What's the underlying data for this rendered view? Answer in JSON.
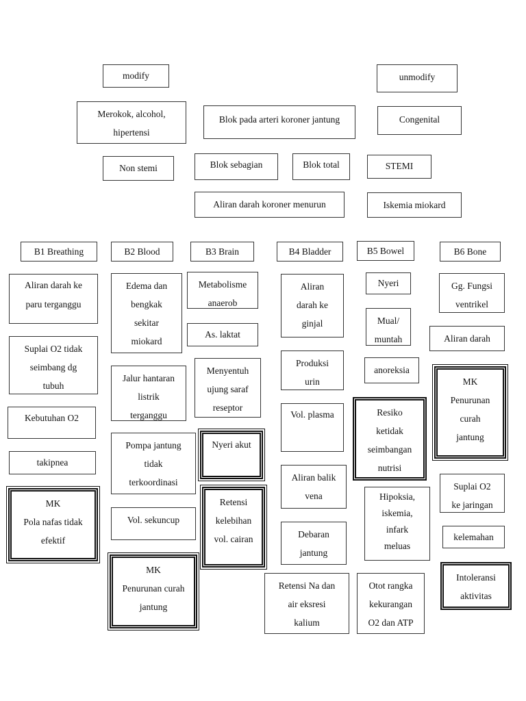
{
  "top": {
    "modify": "modify",
    "unmodify": "unmodify",
    "risk_modify": [
      "Merokok, alcohol,",
      "hipertensi"
    ],
    "blok_arteri": "Blok pada arteri koroner jantung",
    "congenital": "Congenital",
    "non_stemi": "Non stemi",
    "blok_sebagian": "Blok sebagian",
    "blok_total": "Blok total",
    "stemi": "STEMI",
    "aliran_menurun": "Aliran darah koroner menurun",
    "iskemia": "Iskemia miokard"
  },
  "headers": {
    "b1": "B1 Breathing",
    "b2": "B2 Blood",
    "b3": "B3 Brain",
    "b4": "B4 Bladder",
    "b5": "B5 Bowel",
    "b6": "B6 Bone"
  },
  "b1": {
    "aliran_paru": [
      "Aliran darah ke",
      "paru terganggu"
    ],
    "suplai": [
      "Suplai O2 tidak",
      "seimbang dg",
      "tubuh"
    ],
    "kebutuhan": "Kebutuhan O2",
    "takipnea": "takipnea",
    "mk_title": "MK",
    "mk_text": [
      "Pola nafas tidak",
      "efektif"
    ]
  },
  "b2": {
    "edema": [
      "Edema dan",
      "bengkak",
      "sekitar",
      "miokard"
    ],
    "jalur": [
      "Jalur hantaran",
      "listrik",
      "terganggu"
    ],
    "pompa": [
      "Pompa jantung",
      "tidak",
      "terkoordinasi"
    ],
    "vol_sekuncup": "Vol. sekuncup",
    "mk_title": "MK",
    "mk_text": [
      "Penurunan curah",
      "jantung"
    ]
  },
  "b3": {
    "metabolisme": [
      "Metabolisme",
      "anaerob"
    ],
    "laktat": "As. laktat",
    "menyentuh": [
      "Menyentuh",
      "ujung saraf",
      "reseptor"
    ],
    "nyeri_akut": "Nyeri akut",
    "retensi": [
      "Retensi",
      "kelebihan",
      "vol. cairan"
    ]
  },
  "b4": {
    "aliran_ginjal": [
      "Aliran",
      "darah ke",
      "ginjal"
    ],
    "produksi": [
      "Produksi",
      "urin"
    ],
    "vol_plasma": "Vol. plasma",
    "aliran_balik": [
      "Aliran balik",
      "vena"
    ],
    "debaran": [
      "Debaran",
      "jantung"
    ],
    "retensi_na": [
      "Retensi Na dan",
      "air eksresi",
      "kalium"
    ]
  },
  "b5": {
    "nyeri": "Nyeri",
    "mual": [
      "Mual/",
      "muntah"
    ],
    "anoreksia": "anoreksia",
    "resiko": [
      "Resiko",
      "ketidak",
      "seimbangan",
      "nutrisi"
    ],
    "hipoksia": [
      "Hipoksia,",
      "iskemia,",
      "infark",
      "meluas"
    ],
    "otot": [
      "Otot rangka",
      "kekurangan",
      "O2 dan ATP"
    ]
  },
  "b6": {
    "gg_fungsi": [
      "Gg. Fungsi",
      "ventrikel"
    ],
    "aliran_darah": "Aliran darah",
    "mk_title": "MK",
    "mk_text": [
      "Penurunan",
      "curah",
      "jantung"
    ],
    "suplai": [
      "Suplai O2",
      "ke jaringan"
    ],
    "kelemahan": "kelemahan",
    "intoleransi": [
      "Intoleransi",
      "aktivitas"
    ]
  }
}
